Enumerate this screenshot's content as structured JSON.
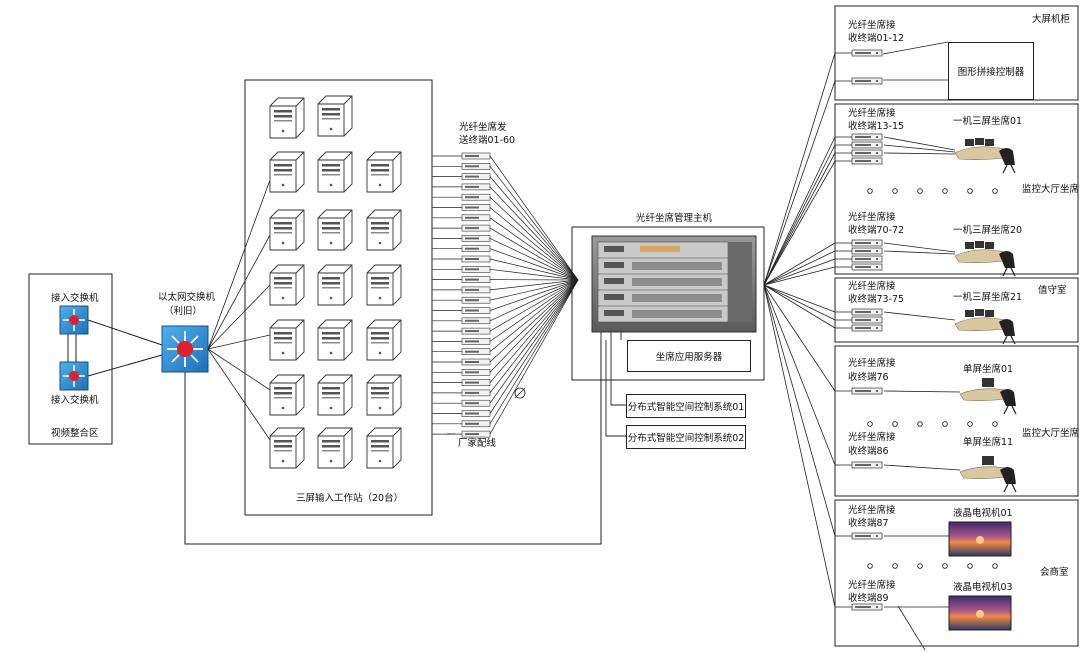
{
  "access_zone": {
    "switch_top_label": "接入交换机",
    "switch_bottom_label": "接入交换机",
    "zone_label": "视频整合区"
  },
  "ethernet_switch": {
    "label_line1": "以太网交换机",
    "label_line2": "（利旧）"
  },
  "workstations": {
    "caption": "三屏输入工作站（20台）"
  },
  "senders": {
    "label_line1": "光纤坐席发",
    "label_line2": "送终端01-60",
    "vendor_wiring": "厂家配线"
  },
  "host": {
    "label": "光纤坐席管理主机",
    "app_server": "坐席应用服务器",
    "system_01": "分布式智能空间控制系统01",
    "system_02": "分布式智能空间控制系统02"
  },
  "zones": {
    "big_screen": {
      "title": "大屏机柜",
      "receiver_line1": "光纤坐席接",
      "receiver_line2": "收终端01-12",
      "controller": "图形拼接控制器"
    },
    "hall_a": {
      "title": "监控大厅坐席",
      "r1_line1": "光纤坐席接",
      "r1_line2": "收终端13-15",
      "seat1": "一机三屏坐席01",
      "r2_line1": "光纤坐席接",
      "r2_line2": "收终端70-72",
      "seat2": "一机三屏坐席20"
    },
    "duty_room": {
      "title": "值守室",
      "r_line1": "光纤坐席接",
      "r_line2": "收终端73-75",
      "seat": "一机三屏坐席21"
    },
    "hall_b": {
      "title": "监控大厅坐席",
      "r1_line1": "光纤坐席接",
      "r1_line2": "收终端76",
      "seat1": "单屏坐席01",
      "r2_line1": "光纤坐席接",
      "r2_line2": "收终端86",
      "seat2": "单屏坐席11"
    },
    "meeting": {
      "title": "会商室",
      "r1_line1": "光纤坐席接",
      "r1_line2": "收终端87",
      "tv1": "液晶电视机01",
      "r2_line1": "光纤坐席接",
      "r2_line2": "收终端89",
      "tv2": "液晶电视机03"
    }
  },
  "colors": {
    "switch_fill": "#2f8fd8",
    "switch_core": "#e0202a",
    "server_fill": "#ffffff",
    "chassis": "#7b7b7b",
    "tv_sky": "#7a3f8f",
    "tv_sun": "#f08a40"
  }
}
